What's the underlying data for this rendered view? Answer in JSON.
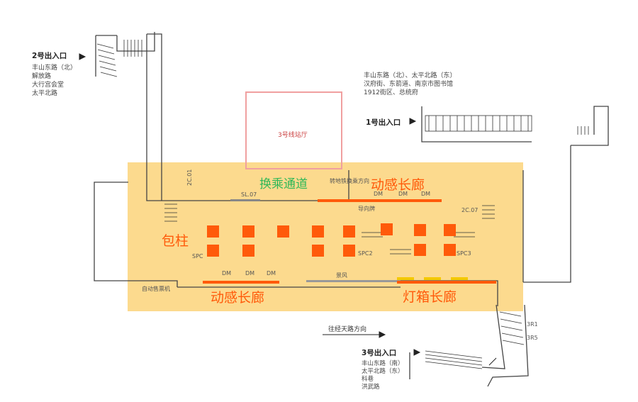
{
  "colors": {
    "zone_fill": "#fbd47a",
    "accent_orange": "#ff5a0a",
    "accent_green": "#2fb858",
    "pillar": "#ff5a0a",
    "hall_box": "#f0a0a0",
    "yellow_bar": "#f5c800",
    "wall": "#444444"
  },
  "exits": {
    "exit2": {
      "title": "2号出入口",
      "lines": [
        "丰山东路（北）",
        "解放路",
        "大行宫会堂",
        "太平北路"
      ]
    },
    "exit1": {
      "title": "1号出入口",
      "lines": [
        "丰山东路（北）、太平北路（东）",
        "汉府街、东箭道、南京市图书馆",
        "1912街区、总统府"
      ]
    },
    "exit3": {
      "title": "3号出入口",
      "lines": [
        "丰山东路（南）",
        "太平北路（东）",
        "科巷",
        "洪武路"
      ]
    }
  },
  "hall": {
    "label": "3号线站厅"
  },
  "zones": {
    "transfer": "换乘通道",
    "corridor_top": "动感长廊",
    "corridor_bottom": "动感长廊",
    "lightbox": "灯箱长廊",
    "pillar_wrap": "包柱"
  },
  "plan_labels": {
    "transfer_dir": "转地铁换乘方向",
    "guide": "导向牌",
    "ticket": "自动售票机",
    "dm_top": [
      "DM",
      "DM",
      "DM"
    ],
    "dm_bottom": [
      "DM",
      "DM",
      "DM"
    ],
    "spc": [
      "SPC",
      "SPC2",
      "SPC3"
    ],
    "cu_left": "2C.01",
    "cu_right": "2C.07",
    "sl": "SL.07",
    "exit_arrow": "往经天路方向",
    "wind": "景风",
    "stair_codes": [
      "3R1",
      "3R5"
    ]
  }
}
